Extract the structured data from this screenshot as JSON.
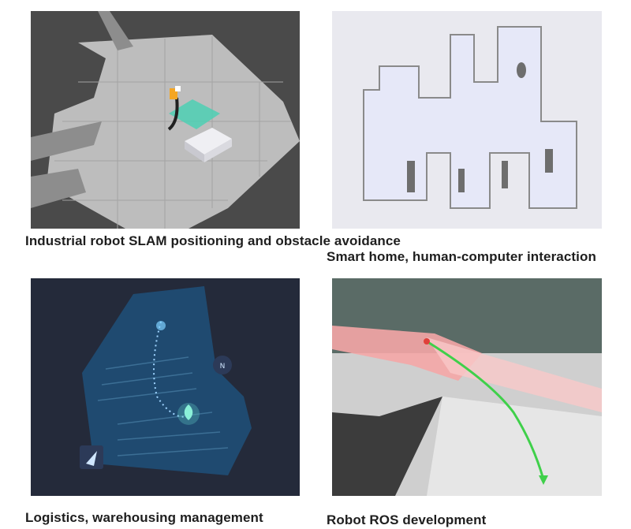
{
  "panels": [
    {
      "id": "slam",
      "caption": "Industrial robot SLAM positioning and obstacle avoidance"
    },
    {
      "id": "smart-home",
      "caption": "Smart home, human-computer interaction"
    },
    {
      "id": "logistics",
      "caption": "Logistics, warehousing management"
    },
    {
      "id": "ros",
      "caption": "Robot ROS development"
    }
  ],
  "colors": {
    "slam_background": "#4a4a4a",
    "slam_floor": "#bdbdbd",
    "slam_scan": "#4dd0b4",
    "smart_home_map": "#e6e8f8",
    "logistics_background": "#242a3a",
    "logistics_map": "#1f4a70",
    "ros_path": "#3fd04a",
    "ros_costmap": "#f4a6a6"
  },
  "icons": [
    "robot-icon",
    "location-marker-icon",
    "compass-icon",
    "navigation-arrow-icon"
  ]
}
